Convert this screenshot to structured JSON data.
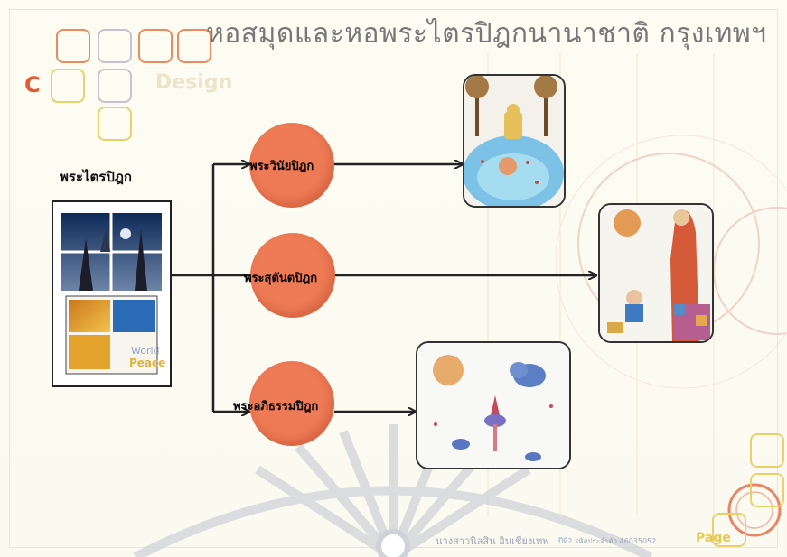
{
  "header": {
    "title": "หอสมุดและหอพระไตรปิฎกนานาชาติ กรุงเทพฯ",
    "logo_letter": "C",
    "logo_word": "Design"
  },
  "diagram": {
    "source_label": "พระไตรปิฎก",
    "photo_caption_line1": "World",
    "photo_caption_line2": "Peace",
    "nodes": [
      {
        "label": "พระวินัยปิฎก"
      },
      {
        "label": "พระสุตันตปิฎก"
      },
      {
        "label": "พระอภิธรรมปิฎก"
      }
    ]
  },
  "footer": {
    "author": "นางสาวนิลสิน อินเชียงเทพ",
    "student_id": "ปีที่2 รหัสประจำตัว 46035052",
    "page_label": "Page"
  },
  "colors": {
    "node_fill": "#ee7a56",
    "accent_orange": "#e8772e",
    "accent_yellow": "#efd35a",
    "title_gray": "#777777"
  }
}
